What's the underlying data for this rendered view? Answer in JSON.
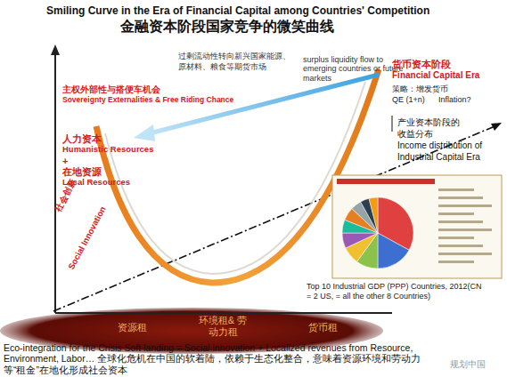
{
  "diagram": {
    "title": "Smiling Curve in the Era of Financial Capital among Countries' Competition",
    "caption": "Eco-integration for the Crisis Soft landing = Social innovation + Localized revenues from Resource, Environment, Labor… 全球化危机在中国的软着陆，依赖于生态化整合，意味着资源环境和劳动力等“租金”在地化形成社会资本",
    "nodes": [
      {
        "text": [
          "资源租",
          "环境租& 劳动力租",
          "货币租"
        ]
      },
      {
        "text": [
          "Top 10 Industrial GDP (PPP) Countries, 2012(CN = 2 US, = all the other 8 Countries)"
        ]
      }
    ],
    "labels": [
      "金融资本阶段国家竞争的微笑曲线",
      "过剩流动性转向新兴国家能源、原材料、粮食等期货市场",
      "surplus liquidity flow to emerging countries or future markets",
      "主权外部性与搭便车机会",
      "Sovereignty Externalities & Free Riding Chance",
      "人力资本",
      "Humanistic Resources",
      "+",
      "在地资源",
      "Local Resources",
      "社会创新",
      "Social Innovation",
      "货币资本阶段",
      "Financial Capital Era",
      "策略：增发货币",
      "QE (1+n)",
      "Inflation?",
      "产业资本阶段的",
      "收益分布",
      "Income distribution of",
      "Industrial Capital Era",
      "规划中国"
    ]
  }
}
